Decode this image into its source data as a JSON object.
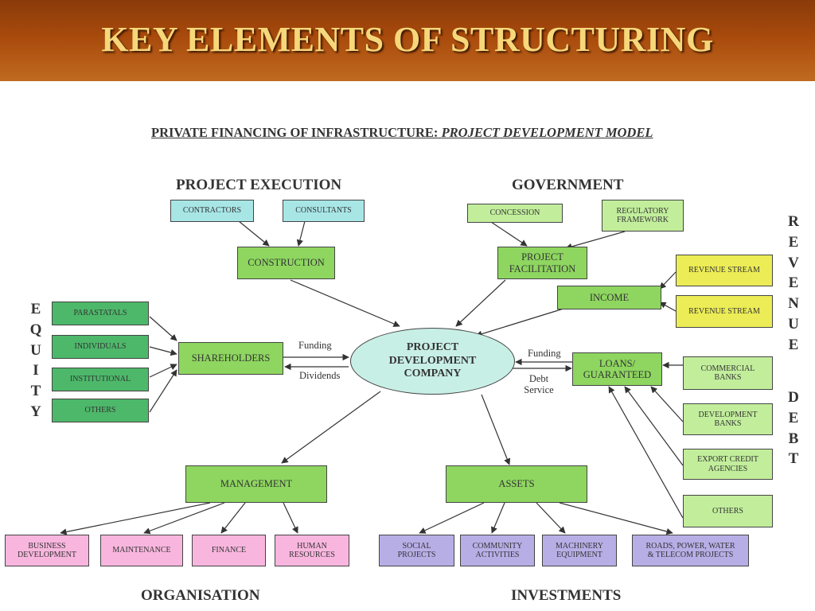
{
  "slide": {
    "title": "KEY ELEMENTS OF STRUCTURING"
  },
  "diagram": {
    "subtitle_prefix": "PRIVATE FINANCING OF INFRASTRUCTURE:",
    "subtitle_emphasis": "PROJECT DEVELOPMENT MODEL",
    "sections": {
      "project_execution": "PROJECT EXECUTION",
      "government": "GOVERNMENT",
      "organisation": "ORGANISATION",
      "investments": "INVESTMENTS"
    },
    "side_labels": {
      "equity": [
        "E",
        "Q",
        "U",
        "I",
        "T",
        "Y"
      ],
      "revenue": [
        "R",
        "E",
        "V",
        "E",
        "N",
        "U",
        "E"
      ],
      "debt": [
        "D",
        "E",
        "B",
        "T"
      ]
    },
    "center": {
      "line1": "PROJECT",
      "line2": "DEVELOPMENT",
      "line3": "COMPANY"
    },
    "nodes": {
      "contractors": "CONTRACTORS",
      "consultants": "CONSULTANTS",
      "construction": "CONSTRUCTION",
      "concession": "CONCESSION",
      "regulatory_line1": "REGULATORY",
      "regulatory_line2": "FRAMEWORK",
      "facilitation_line1": "PROJECT",
      "facilitation_line2": "FACILITATION",
      "income": "INCOME",
      "revenue_stream_1": "REVENUE STREAM",
      "revenue_stream_2": "REVENUE STREAM",
      "parastatals": "PARASTATALS",
      "individuals": "INDIVIDUALS",
      "institutional": "INSTITUTIONAL",
      "equity_others": "OTHERS",
      "shareholders": "SHAREHOLDERS",
      "loans_line1": "LOANS/",
      "loans_line2": "GUARANTEED",
      "commercial_line1": "COMMERCIAL",
      "commercial_line2": "BANKS",
      "development_line1": "DEVELOPMENT",
      "development_line2": "BANKS",
      "export_line1": "EXPORT CREDIT",
      "export_line2": "AGENCIES",
      "debt_others": "OTHERS",
      "management": "MANAGEMENT",
      "assets": "ASSETS",
      "business_line1": "BUSINESS",
      "business_line2": "DEVELOPMENT",
      "maintenance": "MAINTENANCE",
      "finance": "FINANCE",
      "human_line1": "HUMAN",
      "human_line2": "RESOURCES",
      "social_line1": "SOCIAL",
      "social_line2": "PROJECTS",
      "community_line1": "COMMUNITY",
      "community_line2": "ACTIVITIES",
      "machinery_line1": "MACHINERY",
      "machinery_line2": "EQUIPMENT",
      "roads_line1": "ROADS, POWER, WATER",
      "roads_line2": "& TELECOM PROJECTS"
    },
    "edge_labels": {
      "funding_left": "Funding",
      "dividends": "Dividends",
      "funding_right": "Funding",
      "debt_service_line1": "Debt",
      "debt_service_line2": "Service"
    }
  }
}
